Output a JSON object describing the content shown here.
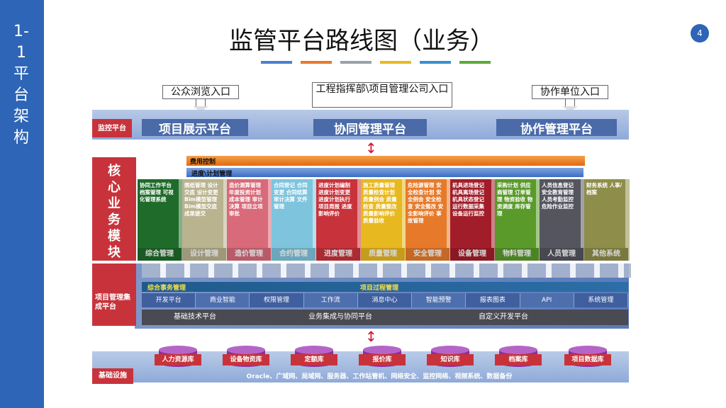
{
  "sidebar": {
    "text": "1-1 平台架构"
  },
  "page": {
    "title": "监管平台路线图（业务）",
    "number": "4"
  },
  "title_bar_colors": [
    "#4a7fd0",
    "#e67a2a",
    "#9aa0a8",
    "#e8b820",
    "#3a8fd0",
    "#5aaa3a"
  ],
  "entries": {
    "public": "公众浏览入口",
    "hq": "工程指挥部\\项目管理公司入口",
    "partner": "协作单位入口"
  },
  "monitor": {
    "label": "监控平台",
    "platforms": [
      "项目展示平台",
      "协同管理平台",
      "协作管理平台"
    ]
  },
  "core": {
    "label": "核心业务模块",
    "cost_control": "费用控制",
    "schedule_mgmt": "进度\\计划管理",
    "modules": [
      {
        "name": "综合管理",
        "text": "协同工作平台 档案管理 可视化管理系统",
        "color": "#1f6b2a"
      },
      {
        "name": "设计管理",
        "text": "图纸管理 设计交底 设计变更 Bim模型管理 Bim模型交底 成果提交",
        "color": "#b9b38f"
      },
      {
        "name": "造价管理",
        "text": "造价测算管理 年度投资计划 成本管理 审计决算 项目立项审批",
        "color": "#d86a7a"
      },
      {
        "name": "合约管理",
        "text": "合同登记 合同变更 合同结算 审计决算 文件管理",
        "color": "#7fc4dd"
      },
      {
        "name": "进度管理",
        "text": "进度计划编制 进度计划变更 进度计划执行 项目周报 进度影响评价",
        "color": "#c8333b"
      },
      {
        "name": "质量管理",
        "text": "施工质量管理 质量检查计划 质量例会 质量检查 质量整改 质量影响评价 质量验收",
        "color": "#e8b820"
      },
      {
        "name": "安全管理",
        "text": "危险源管理 安全检查计划 安全例会 安全检查 安全整改 安全影响评价 事故管理",
        "color": "#e67a2a"
      },
      {
        "name": "设备管理",
        "text": "机具进场登记 机具离场登记 机具状态登记 运行数据采集 设备运行监控",
        "color": "#a21d2a"
      },
      {
        "name": "物料管理",
        "text": "采购计划 供应商管理 订单管理 物资验收 物资调度 库存管理",
        "color": "#5a9a2a"
      },
      {
        "name": "人员管理",
        "text": "人员信息登记 安全教育管理 人员考勤监控 危险作业监控",
        "color": "#555560"
      },
      {
        "name": "其他系统",
        "text": "财务系统 人事/档案",
        "color": "#8e8e4a"
      }
    ]
  },
  "integration": {
    "label": "项目管理集成平台",
    "comprehensive": "综合事务管理",
    "process": "项目过程管理",
    "services": [
      "开发平台",
      "商业智能",
      "权限管理",
      "工作流",
      "消息中心",
      "智能预警",
      "报表图表",
      "API",
      "系统管理"
    ],
    "base": [
      "基础技术平台",
      "业务集成与协同平台",
      "自定义开发平台"
    ]
  },
  "infrastructure": {
    "label": "基础设施",
    "databases": [
      "人力资源库",
      "设备物资库",
      "定额库",
      "报价库",
      "知识库",
      "档案库",
      "项目数据库"
    ],
    "text": "Oracle、广域网、局域网、服务器、工作站管机、网络安全、监控网络、视频系统、数据备份"
  }
}
